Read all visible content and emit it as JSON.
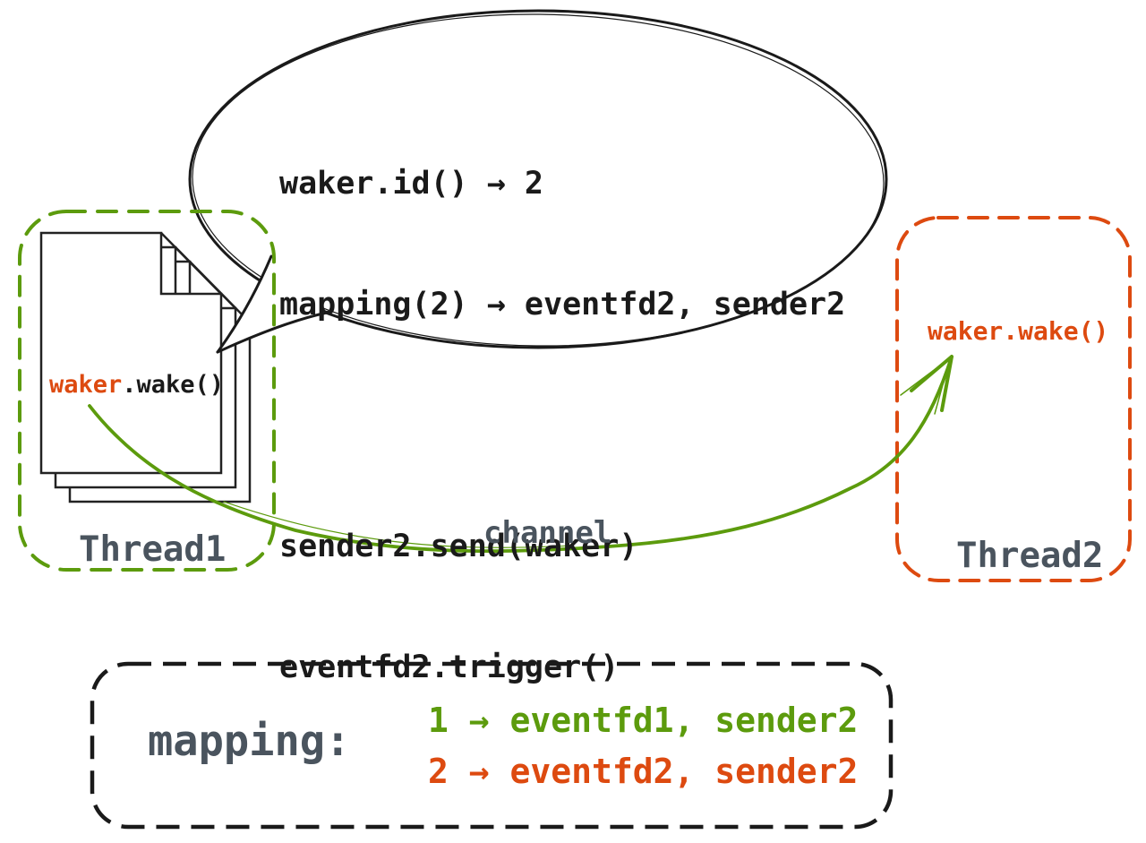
{
  "colors": {
    "green": "#5c9b0d",
    "orange": "#dd4a10",
    "slate": "#4a545e",
    "ink": "#1a1a1a",
    "page_stroke": "#222222"
  },
  "speech_bubble": {
    "lines": [
      "waker.id() → 2",
      "mapping(2) → eventfd2, sender2",
      "",
      "sender2.send(waker)",
      "eventfd2.trigger()"
    ]
  },
  "thread1": {
    "label": "Thread1",
    "code_object": "waker",
    "code_call": ".wake()"
  },
  "thread2": {
    "label": "Thread2",
    "code": "waker.wake()"
  },
  "channel": {
    "label": "channel"
  },
  "mapping": {
    "title": "mapping:",
    "rows": [
      {
        "text": "1 → eventfd1, sender2",
        "color": "green"
      },
      {
        "text": "2 → eventfd2, sender2",
        "color": "orange"
      }
    ]
  }
}
